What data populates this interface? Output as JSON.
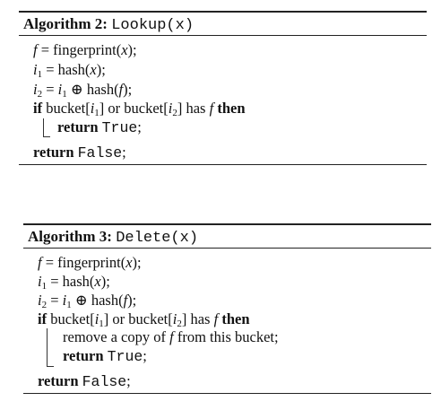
{
  "algorithms": [
    {
      "title_prefix": "Algorithm 2:",
      "title_name": "Lookup(x)",
      "lines": {
        "fingerprint": {
          "lhs": "f",
          "eq": " = fingerprint(",
          "arg": "x",
          "end": ");"
        },
        "i1": {
          "lhs": "i",
          "sub": "1",
          "eq": " = hash(",
          "arg": "x",
          "end": ");"
        },
        "i2": {
          "lhs": "i",
          "sub": "2",
          "eq": " = ",
          "lhs2": "i",
          "sub2": "1",
          "op": " ⊕ hash(",
          "arg": "f",
          "end": ");"
        },
        "if": {
          "kw": "if",
          "text1": " bucket[",
          "v1": "i",
          "s1": "1",
          "text2": "] or bucket[",
          "v2": "i",
          "s2": "2",
          "text3": "] has ",
          "f": "f",
          "then": " then"
        },
        "ret_true": {
          "kw": "return",
          "val": "True",
          "end": ";"
        },
        "ret_false": {
          "kw": "return",
          "val": "False",
          "end": ";"
        }
      }
    },
    {
      "title_prefix": "Algorithm 3:",
      "title_name": "Delete(x)",
      "lines": {
        "fingerprint": {
          "lhs": "f",
          "eq": " = fingerprint(",
          "arg": "x",
          "end": ");"
        },
        "i1": {
          "lhs": "i",
          "sub": "1",
          "eq": " = hash(",
          "arg": "x",
          "end": ");"
        },
        "i2": {
          "lhs": "i",
          "sub": "2",
          "eq": " = ",
          "lhs2": "i",
          "sub2": "1",
          "op": " ⊕ hash(",
          "arg": "f",
          "end": ");"
        },
        "if": {
          "kw": "if",
          "text1": " bucket[",
          "v1": "i",
          "s1": "1",
          "text2": "] or bucket[",
          "v2": "i",
          "s2": "2",
          "text3": "] has ",
          "f": "f",
          "then": " then"
        },
        "remove": {
          "text1": "remove a copy of ",
          "f": "f",
          "text2": " from this bucket;"
        },
        "ret_true": {
          "kw": "return",
          "val": "True",
          "end": ";"
        },
        "ret_false": {
          "kw": "return",
          "val": "False",
          "end": ";"
        }
      }
    }
  ]
}
